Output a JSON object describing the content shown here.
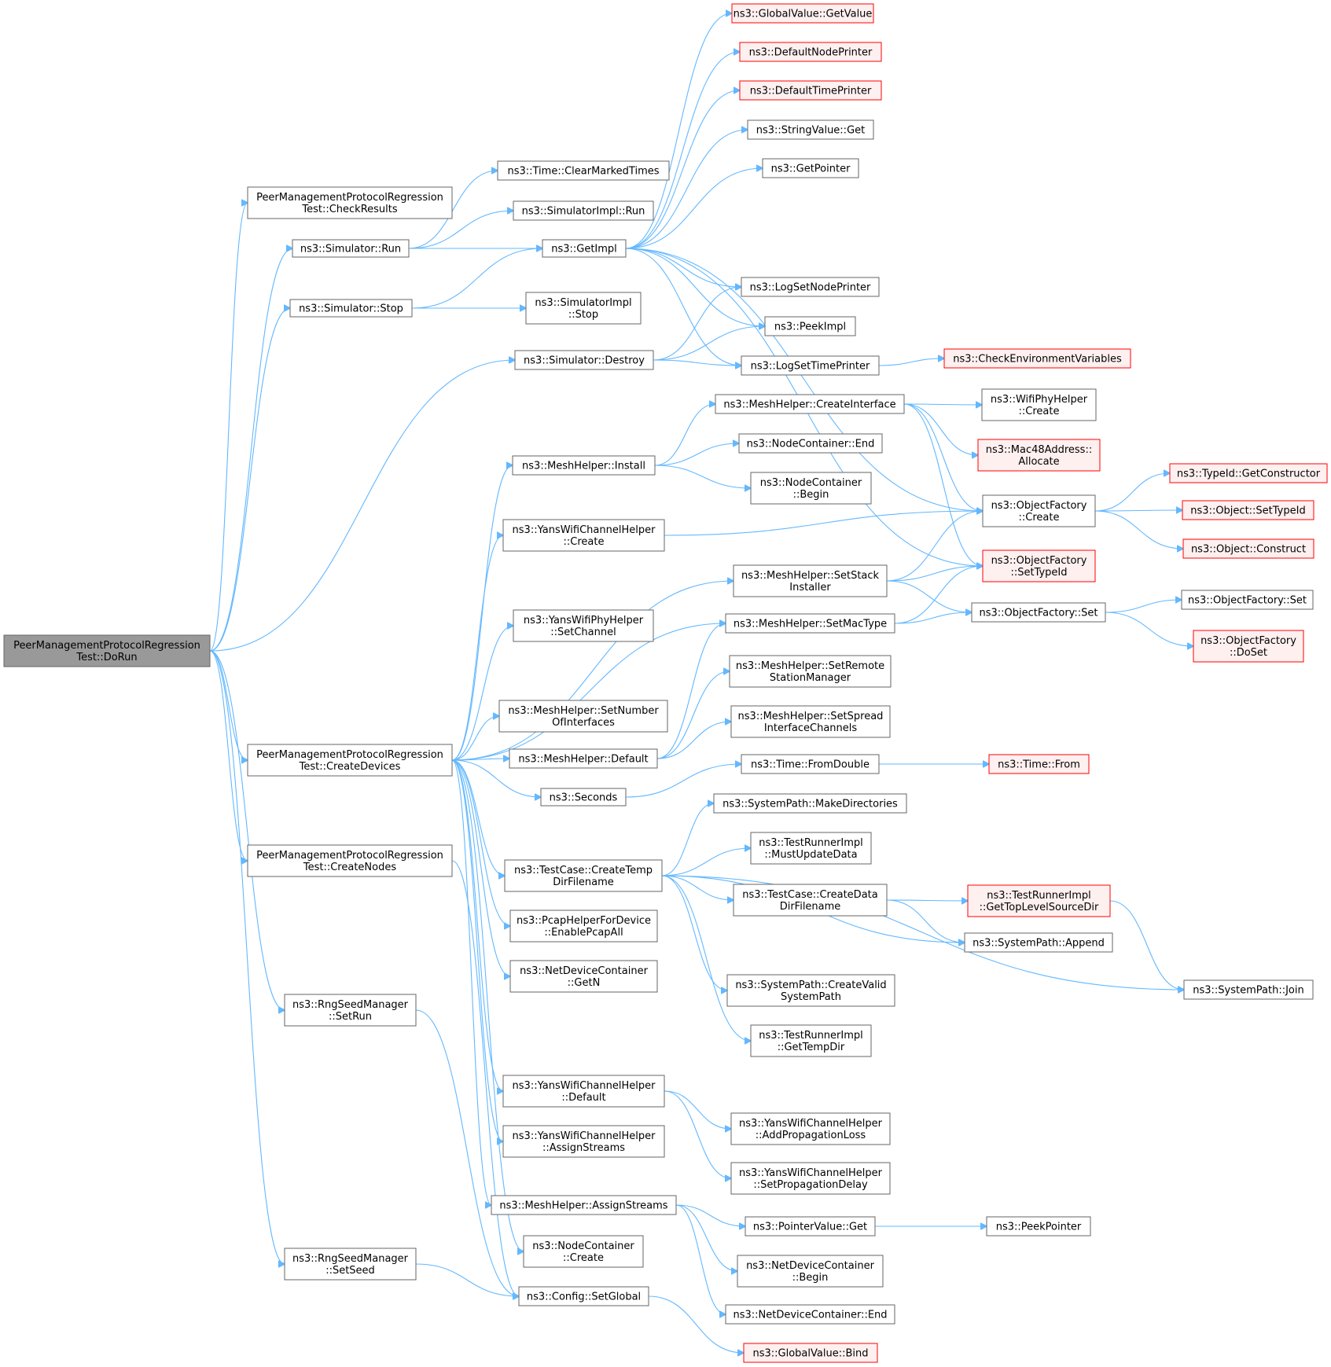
{
  "title": "",
  "colors": {
    "edge": "#63b8ff",
    "node_normal_fill": "#ffffff",
    "node_normal_stroke": "#666666",
    "node_root_fill": "#999999",
    "node_root_stroke": "#666666",
    "node_red_fill": "#fff0f0",
    "node_red_stroke": "#ff0000"
  },
  "nodes": [
    {
      "id": "root",
      "style": "root",
      "lines": [
        "PeerManagementProtocolRegression",
        "Test::DoRun"
      ]
    },
    {
      "id": "checkresults",
      "style": "normal",
      "lines": [
        "PeerManagementProtocolRegression",
        "Test::CheckResults"
      ]
    },
    {
      "id": "simrun",
      "style": "normal",
      "lines": [
        "ns3::Simulator::Run"
      ]
    },
    {
      "id": "simstop",
      "style": "normal",
      "lines": [
        "ns3::Simulator::Stop"
      ]
    },
    {
      "id": "createdevices",
      "style": "normal",
      "lines": [
        "PeerManagementProtocolRegression",
        "Test::CreateDevices"
      ]
    },
    {
      "id": "createnodes",
      "style": "normal",
      "lines": [
        "PeerManagementProtocolRegression",
        "Test::CreateNodes"
      ]
    },
    {
      "id": "rngsetrun",
      "style": "normal",
      "lines": [
        "ns3::RngSeedManager",
        "::SetRun"
      ]
    },
    {
      "id": "rngsetseed",
      "style": "normal",
      "lines": [
        "ns3::RngSeedManager",
        "::SetSeed"
      ]
    },
    {
      "id": "clearmarked",
      "style": "normal",
      "lines": [
        "ns3::Time::ClearMarkedTimes"
      ]
    },
    {
      "id": "simimplrun",
      "style": "normal",
      "lines": [
        "ns3::SimulatorImpl::Run"
      ]
    },
    {
      "id": "getimpl",
      "style": "normal",
      "lines": [
        "ns3::GetImpl"
      ]
    },
    {
      "id": "simimplstop",
      "style": "normal",
      "lines": [
        "ns3::SimulatorImpl",
        "::Stop"
      ]
    },
    {
      "id": "simdestroy",
      "style": "normal",
      "lines": [
        "ns3::Simulator::Destroy"
      ]
    },
    {
      "id": "meshinstall",
      "style": "normal",
      "lines": [
        "ns3::MeshHelper::Install"
      ]
    },
    {
      "id": "yanschcreate",
      "style": "normal",
      "lines": [
        "ns3::YansWifiChannelHelper",
        "::Create"
      ]
    },
    {
      "id": "yansphysetch",
      "style": "normal",
      "lines": [
        "ns3::YansWifiPhyHelper",
        "::SetChannel"
      ]
    },
    {
      "id": "meshsetnum",
      "style": "normal",
      "lines": [
        "ns3::MeshHelper::SetNumber",
        "OfInterfaces"
      ]
    },
    {
      "id": "meshdefault",
      "style": "normal",
      "lines": [
        "ns3::MeshHelper::Default"
      ]
    },
    {
      "id": "seconds",
      "style": "normal",
      "lines": [
        "ns3::Seconds"
      ]
    },
    {
      "id": "createtemp",
      "style": "normal",
      "lines": [
        "ns3::TestCase::CreateTemp",
        "DirFilename"
      ]
    },
    {
      "id": "pcapenable",
      "style": "normal",
      "lines": [
        "ns3::PcapHelperForDevice",
        "::EnablePcapAll"
      ]
    },
    {
      "id": "ndcgetn",
      "style": "normal",
      "lines": [
        "ns3::NetDeviceContainer",
        "::GetN"
      ]
    },
    {
      "id": "yanschdefault",
      "style": "normal",
      "lines": [
        "ns3::YansWifiChannelHelper",
        "::Default"
      ]
    },
    {
      "id": "yanschassign",
      "style": "normal",
      "lines": [
        "ns3::YansWifiChannelHelper",
        "::AssignStreams"
      ]
    },
    {
      "id": "meshassign",
      "style": "normal",
      "lines": [
        "ns3::MeshHelper::AssignStreams"
      ]
    },
    {
      "id": "nccreate",
      "style": "normal",
      "lines": [
        "ns3::NodeContainer",
        "::Create"
      ]
    },
    {
      "id": "configsetglobal",
      "style": "normal",
      "lines": [
        "ns3::Config::SetGlobal"
      ]
    },
    {
      "id": "gvgetvalue",
      "style": "red",
      "lines": [
        "ns3::GlobalValue::GetValue"
      ]
    },
    {
      "id": "defnodeprinter",
      "style": "red",
      "lines": [
        "ns3::DefaultNodePrinter"
      ]
    },
    {
      "id": "deftimeprinter",
      "style": "red",
      "lines": [
        "ns3::DefaultTimePrinter"
      ]
    },
    {
      "id": "stringvalueget",
      "style": "normal",
      "lines": [
        "ns3::StringValue::Get"
      ]
    },
    {
      "id": "getpointer",
      "style": "normal",
      "lines": [
        "ns3::GetPointer"
      ]
    },
    {
      "id": "logsetnode",
      "style": "normal",
      "lines": [
        "ns3::LogSetNodePrinter"
      ]
    },
    {
      "id": "peekimpl",
      "style": "normal",
      "lines": [
        "ns3::PeekImpl"
      ]
    },
    {
      "id": "logsettime",
      "style": "normal",
      "lines": [
        "ns3::LogSetTimePrinter"
      ]
    },
    {
      "id": "meshcreateif",
      "style": "normal",
      "lines": [
        "ns3::MeshHelper::CreateInterface"
      ]
    },
    {
      "id": "ncend",
      "style": "normal",
      "lines": [
        "ns3::NodeContainer::End"
      ]
    },
    {
      "id": "ncbegin",
      "style": "normal",
      "lines": [
        "ns3::NodeContainer",
        "::Begin"
      ]
    },
    {
      "id": "meshsetstack",
      "style": "normal",
      "lines": [
        "ns3::MeshHelper::SetStack",
        "Installer"
      ]
    },
    {
      "id": "meshsetmac",
      "style": "normal",
      "lines": [
        "ns3::MeshHelper::SetMacType"
      ]
    },
    {
      "id": "meshsetremote",
      "style": "normal",
      "lines": [
        "ns3::MeshHelper::SetRemote",
        "StationManager"
      ]
    },
    {
      "id": "meshsetspread",
      "style": "normal",
      "lines": [
        "ns3::MeshHelper::SetSpread",
        "InterfaceChannels"
      ]
    },
    {
      "id": "timefromdouble",
      "style": "normal",
      "lines": [
        "ns3::Time::FromDouble"
      ]
    },
    {
      "id": "makedirs",
      "style": "normal",
      "lines": [
        "ns3::SystemPath::MakeDirectories"
      ]
    },
    {
      "id": "mustupdate",
      "style": "normal",
      "lines": [
        "ns3::TestRunnerImpl",
        "::MustUpdateData"
      ]
    },
    {
      "id": "createdata",
      "style": "normal",
      "lines": [
        "ns3::TestCase::CreateData",
        "DirFilename"
      ]
    },
    {
      "id": "createvalid",
      "style": "normal",
      "lines": [
        "ns3::SystemPath::CreateValid",
        "SystemPath"
      ]
    },
    {
      "id": "gettempdir",
      "style": "normal",
      "lines": [
        "ns3::TestRunnerImpl",
        "::GetTempDir"
      ]
    },
    {
      "id": "addproploss",
      "style": "normal",
      "lines": [
        "ns3::YansWifiChannelHelper",
        "::AddPropagationLoss"
      ]
    },
    {
      "id": "setpropdelay",
      "style": "normal",
      "lines": [
        "ns3::YansWifiChannelHelper",
        "::SetPropagationDelay"
      ]
    },
    {
      "id": "pointervalueget",
      "style": "normal",
      "lines": [
        "ns3::PointerValue::Get"
      ]
    },
    {
      "id": "ndcbegin",
      "style": "normal",
      "lines": [
        "ns3::NetDeviceContainer",
        "::Begin"
      ]
    },
    {
      "id": "ndcend",
      "style": "normal",
      "lines": [
        "ns3::NetDeviceContainer::End"
      ]
    },
    {
      "id": "gvbind",
      "style": "red",
      "lines": [
        "ns3::GlobalValue::Bind"
      ]
    },
    {
      "id": "checkenv",
      "style": "red",
      "lines": [
        "ns3::CheckEnvironmentVariables"
      ]
    },
    {
      "id": "wifiphycreate",
      "style": "normal",
      "lines": [
        "ns3::WifiPhyHelper",
        "::Create"
      ]
    },
    {
      "id": "mac48alloc",
      "style": "red",
      "lines": [
        "ns3::Mac48Address::",
        "Allocate"
      ]
    },
    {
      "id": "ofcreate",
      "style": "normal",
      "lines": [
        "ns3::ObjectFactory",
        "::Create"
      ]
    },
    {
      "id": "ofsettypeid",
      "style": "red",
      "lines": [
        "ns3::ObjectFactory",
        "::SetTypeId"
      ]
    },
    {
      "id": "ofset",
      "style": "normal",
      "lines": [
        "ns3::ObjectFactory::Set"
      ]
    },
    {
      "id": "timefrom",
      "style": "red",
      "lines": [
        "ns3::Time::From"
      ]
    },
    {
      "id": "gettoplevel",
      "style": "red",
      "lines": [
        "ns3::TestRunnerImpl",
        "::GetTopLevelSourceDir"
      ]
    },
    {
      "id": "spappend",
      "style": "normal",
      "lines": [
        "ns3::SystemPath::Append"
      ]
    },
    {
      "id": "peekpointer",
      "style": "normal",
      "lines": [
        "ns3::PeekPointer"
      ]
    },
    {
      "id": "getconstructor",
      "style": "red",
      "lines": [
        "ns3::TypeId::GetConstructor"
      ]
    },
    {
      "id": "objsettypeid",
      "style": "red",
      "lines": [
        "ns3::Object::SetTypeId"
      ]
    },
    {
      "id": "objconstruct",
      "style": "red",
      "lines": [
        "ns3::Object::Construct"
      ]
    },
    {
      "id": "ofset2",
      "style": "normal",
      "lines": [
        "ns3::ObjectFactory::Set"
      ]
    },
    {
      "id": "ofdoset",
      "style": "red",
      "lines": [
        "ns3::ObjectFactory",
        "::DoSet"
      ]
    },
    {
      "id": "spjoin",
      "style": "normal",
      "lines": [
        "ns3::SystemPath::Join"
      ]
    }
  ],
  "edges": [
    [
      "root",
      "checkresults"
    ],
    [
      "root",
      "simrun"
    ],
    [
      "root",
      "simstop"
    ],
    [
      "root",
      "simdestroy"
    ],
    [
      "root",
      "createdevices"
    ],
    [
      "root",
      "createnodes"
    ],
    [
      "root",
      "rngsetrun"
    ],
    [
      "root",
      "rngsetseed"
    ],
    [
      "simrun",
      "clearmarked"
    ],
    [
      "simrun",
      "simimplrun"
    ],
    [
      "simrun",
      "getimpl"
    ],
    [
      "simstop",
      "getimpl"
    ],
    [
      "simstop",
      "simimplstop"
    ],
    [
      "simdestroy",
      "logsetnode"
    ],
    [
      "simdestroy",
      "peekimpl"
    ],
    [
      "simdestroy",
      "logsettime"
    ],
    [
      "getimpl",
      "gvgetvalue"
    ],
    [
      "getimpl",
      "defnodeprinter"
    ],
    [
      "getimpl",
      "deftimeprinter"
    ],
    [
      "getimpl",
      "stringvalueget"
    ],
    [
      "getimpl",
      "getpointer"
    ],
    [
      "getimpl",
      "logsetnode"
    ],
    [
      "getimpl",
      "peekimpl"
    ],
    [
      "getimpl",
      "logsettime"
    ],
    [
      "getimpl",
      "ofcreate"
    ],
    [
      "getimpl",
      "ofsettypeid"
    ],
    [
      "logsettime",
      "checkenv"
    ],
    [
      "createdevices",
      "meshinstall"
    ],
    [
      "createdevices",
      "yanschcreate"
    ],
    [
      "createdevices",
      "yansphysetch"
    ],
    [
      "createdevices",
      "meshsetstack"
    ],
    [
      "createdevices",
      "meshsetmac"
    ],
    [
      "createdevices",
      "meshsetnum"
    ],
    [
      "createdevices",
      "meshdefault"
    ],
    [
      "createdevices",
      "seconds"
    ],
    [
      "createdevices",
      "createtemp"
    ],
    [
      "createdevices",
      "pcapenable"
    ],
    [
      "createdevices",
      "ndcgetn"
    ],
    [
      "createdevices",
      "yanschdefault"
    ],
    [
      "createdevices",
      "yanschassign"
    ],
    [
      "createdevices",
      "meshassign"
    ],
    [
      "createdevices",
      "nccreate"
    ],
    [
      "createnodes",
      "configsetglobal"
    ],
    [
      "rngsetrun",
      "configsetglobal"
    ],
    [
      "rngsetseed",
      "configsetglobal"
    ],
    [
      "configsetglobal",
      "gvbind"
    ],
    [
      "meshinstall",
      "meshcreateif"
    ],
    [
      "meshinstall",
      "ncend"
    ],
    [
      "meshinstall",
      "ncbegin"
    ],
    [
      "meshcreateif",
      "wifiphycreate"
    ],
    [
      "meshcreateif",
      "mac48alloc"
    ],
    [
      "meshcreateif",
      "ofcreate"
    ],
    [
      "meshcreateif",
      "ofsettypeid"
    ],
    [
      "yanschcreate",
      "ofcreate"
    ],
    [
      "meshsetstack",
      "ofcreate"
    ],
    [
      "meshsetstack",
      "ofsettypeid"
    ],
    [
      "meshsetstack",
      "ofset"
    ],
    [
      "meshsetmac",
      "ofsettypeid"
    ],
    [
      "meshsetmac",
      "ofset"
    ],
    [
      "meshdefault",
      "meshsetmac"
    ],
    [
      "meshdefault",
      "meshsetremote"
    ],
    [
      "meshdefault",
      "meshsetspread"
    ],
    [
      "seconds",
      "timefromdouble"
    ],
    [
      "timefromdouble",
      "timefrom"
    ],
    [
      "createtemp",
      "makedirs"
    ],
    [
      "createtemp",
      "mustupdate"
    ],
    [
      "createtemp",
      "createdata"
    ],
    [
      "createtemp",
      "spappend"
    ],
    [
      "createtemp",
      "createvalid"
    ],
    [
      "createtemp",
      "gettempdir"
    ],
    [
      "createtemp",
      "spjoin"
    ],
    [
      "createdata",
      "gettoplevel"
    ],
    [
      "createdata",
      "spappend"
    ],
    [
      "gettoplevel",
      "spjoin"
    ],
    [
      "yanschdefault",
      "addproploss"
    ],
    [
      "yanschdefault",
      "setpropdelay"
    ],
    [
      "meshassign",
      "pointervalueget"
    ],
    [
      "meshassign",
      "ndcbegin"
    ],
    [
      "meshassign",
      "ndcend"
    ],
    [
      "pointervalueget",
      "peekpointer"
    ],
    [
      "ofcreate",
      "getconstructor"
    ],
    [
      "ofcreate",
      "objsettypeid"
    ],
    [
      "ofcreate",
      "objconstruct"
    ],
    [
      "ofset",
      "ofset2"
    ],
    [
      "ofset",
      "ofdoset"
    ]
  ]
}
